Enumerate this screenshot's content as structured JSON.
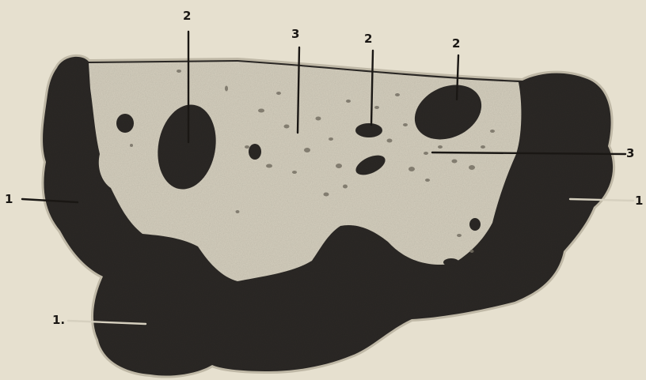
{
  "figure": {
    "background_color": "#e6e0cf",
    "tissue_light_color": "#d6d0bf",
    "tissue_dark_color": "#2c2926",
    "ink_color": "#1a1714"
  },
  "callouts": [
    {
      "id": "c-2-left",
      "label": "2"
    },
    {
      "id": "c-3-top",
      "label": "3"
    },
    {
      "id": "c-2-middle",
      "label": "2"
    },
    {
      "id": "c-2-right",
      "label": "2"
    },
    {
      "id": "c-3-right",
      "label": "3"
    },
    {
      "id": "c-1-left",
      "label": "1"
    },
    {
      "id": "c-1-right",
      "label": "1"
    },
    {
      "id": "c-1-bottom",
      "label": "1."
    }
  ]
}
